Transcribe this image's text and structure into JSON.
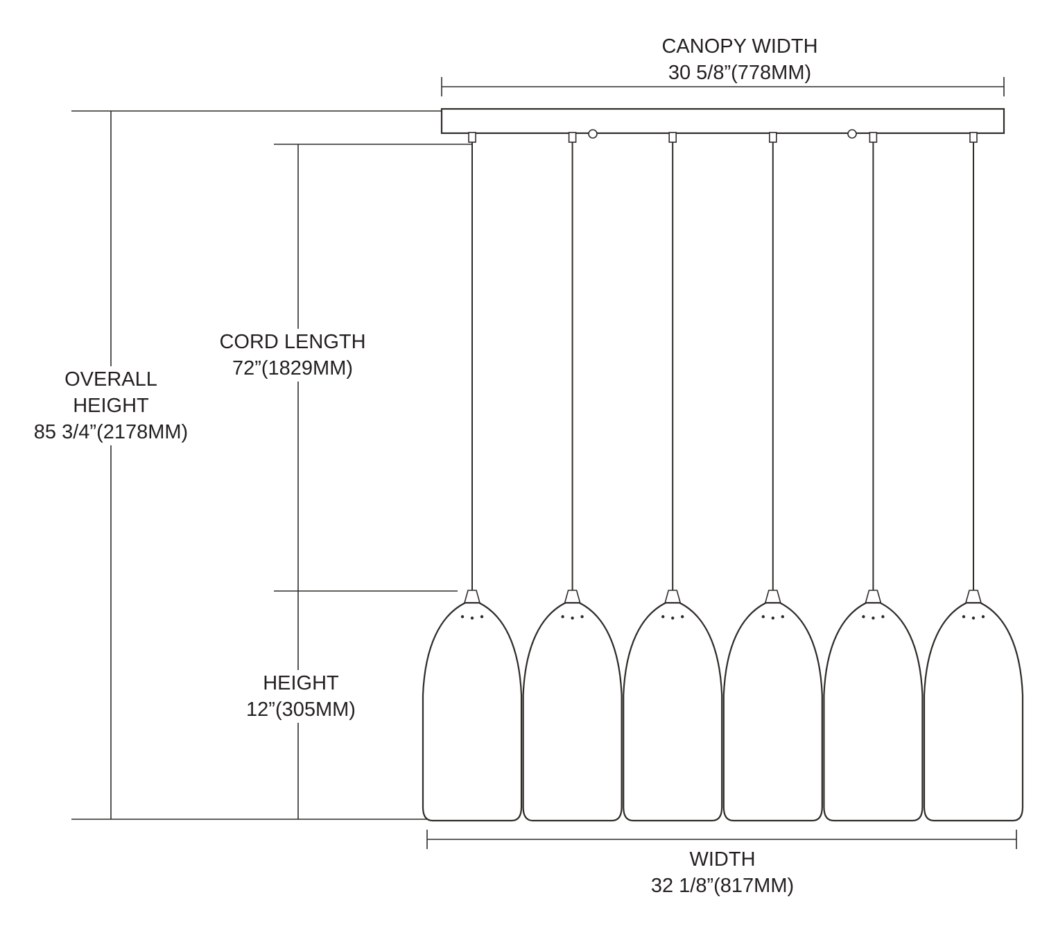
{
  "diagram": {
    "pendant_count": 6,
    "colors": {
      "line": "#2e2b27",
      "text": "#231f20",
      "background": "#ffffff"
    },
    "labels": {
      "canopy_width": {
        "line1": "CANOPY WIDTH",
        "line2": "30 5/8”(778MM)"
      },
      "cord_length": {
        "line1": "CORD LENGTH",
        "line2": "72”(1829MM)"
      },
      "overall_height": {
        "line1": "OVERALL",
        "line2": "HEIGHT",
        "line3": "85 3/4”(2178MM)"
      },
      "shade_height": {
        "line1": "HEIGHT",
        "line2": "12”(305MM)"
      },
      "fixture_width": {
        "line1": "WIDTH",
        "line2": "32 1/8”(817MM)"
      }
    }
  }
}
